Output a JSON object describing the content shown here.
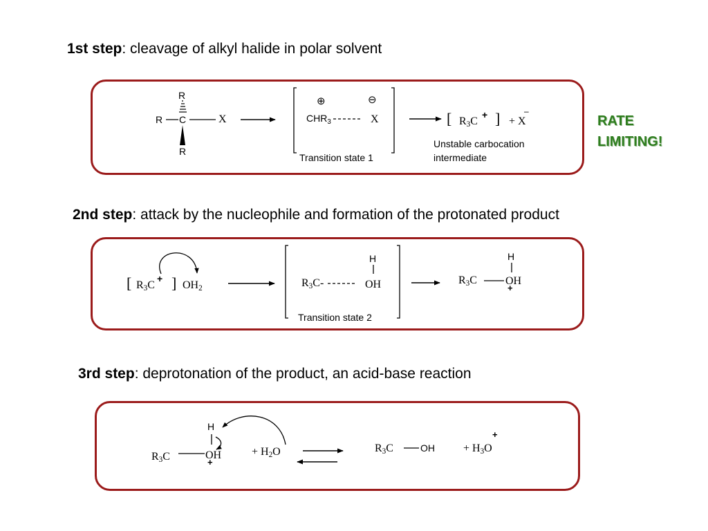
{
  "step1": {
    "heading_bold": "1st step",
    "heading_rest": ": cleavage of alkyl halide in polar solvent",
    "reactant": {
      "r_top": "R",
      "r_left": "R",
      "c": "C",
      "r_bottom": "R",
      "x": "X"
    },
    "ts": {
      "plus": "⊕",
      "minus": "⊖",
      "left": "CHR",
      "left_sub": "3",
      "right": "X",
      "label": "Transition state 1"
    },
    "product": {
      "left_bracket": "[",
      "r": "R",
      "sub": "3",
      "c": "C",
      "charge": "+",
      "right_bracket": "]",
      "plus_x": "+ X",
      "x_charge": "–"
    },
    "caption_line1": "Unstable carbocation",
    "caption_line2": "intermediate",
    "rate_line1": "RATE",
    "rate_line2": "LIMITING!"
  },
  "step2": {
    "heading_bold": "2nd step",
    "heading_rest": ": attack by the nucleophile and formation of the protonated product",
    "reactant": {
      "left_bracket": "[",
      "r": "R",
      "sub": "3",
      "c": "C",
      "charge": "+",
      "right_bracket": "]",
      "nucleophile": "OH",
      "nucleophile_sub": "2"
    },
    "ts": {
      "h": "H",
      "left": "R",
      "left_sub": "3",
      "left_c": "C-",
      "oh": "OH",
      "label": "Transition state 2"
    },
    "product": {
      "h": "H",
      "r": "R",
      "sub": "3",
      "c": "C",
      "oh": "OH",
      "charge": "+"
    }
  },
  "step3": {
    "heading_bold": "3rd step",
    "heading_rest": ": deprotonation of the product, an acid-base reaction",
    "reactant": {
      "h": "H",
      "r": "R",
      "sub": "3",
      "c": "C",
      "oh": "OH",
      "charge": "+"
    },
    "water": {
      "plus": "+ H",
      "sub": "2",
      "o": "O"
    },
    "product": {
      "r": "R",
      "sub": "3",
      "c": "C",
      "oh": "OH"
    },
    "hydronium": {
      "plus": "+ H",
      "sub": "3",
      "o": "O",
      "charge": "+"
    }
  }
}
